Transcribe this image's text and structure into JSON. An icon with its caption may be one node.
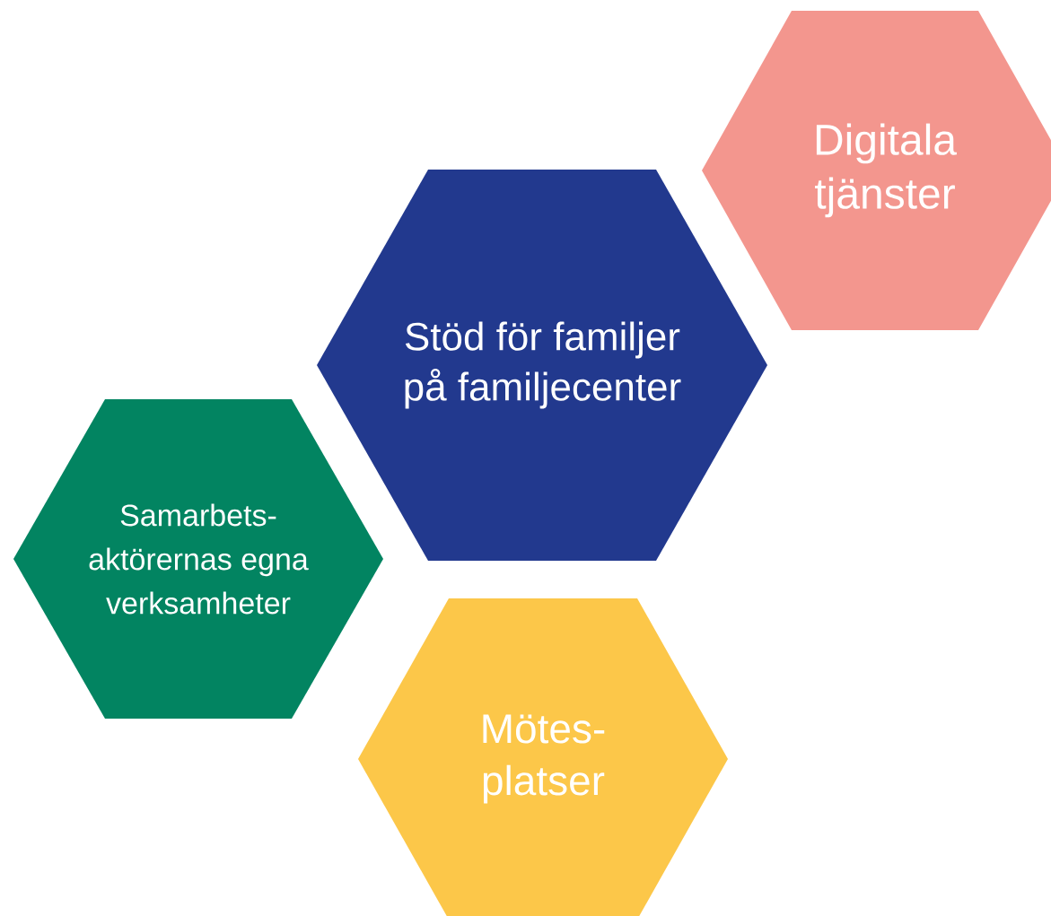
{
  "diagram": {
    "nodes": [
      {
        "text": [
          "Digitala tjänster"
        ]
      },
      {
        "text": [
          "Stöd för familjer på familjecenter"
        ]
      },
      {
        "text": [
          "Samarbets- aktörernas egna verksamheter"
        ]
      },
      {
        "text": [
          "Mötes- platser"
        ]
      }
    ]
  }
}
